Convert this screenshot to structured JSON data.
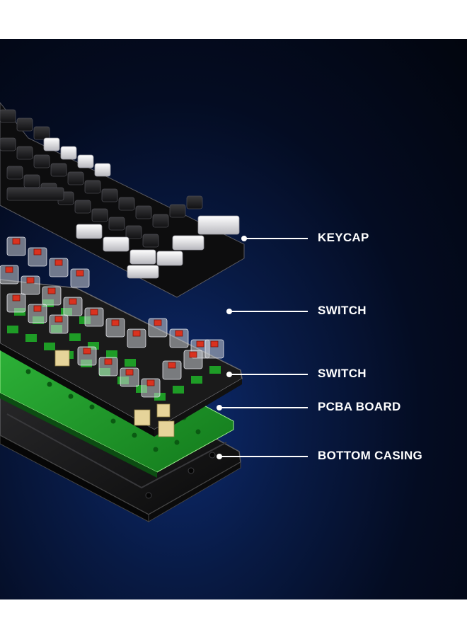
{
  "callouts": [
    {
      "id": "keycap",
      "label": "KEYCAP"
    },
    {
      "id": "switch-top",
      "label": "SWITCH"
    },
    {
      "id": "switch-plate",
      "label": "SWITCH"
    },
    {
      "id": "pcba",
      "label": "PCBA BOARD"
    },
    {
      "id": "bottom",
      "label": "BOTTOM CASING"
    }
  ],
  "colors": {
    "background": "#040c22",
    "keycap_dark": "#1c1c1e",
    "keycap_light": "#e4e4e8",
    "switch_stem": "#d9321f",
    "pcb_green": "#1f9a2a",
    "plate": "#1a1a1a",
    "casing": "#121212"
  }
}
